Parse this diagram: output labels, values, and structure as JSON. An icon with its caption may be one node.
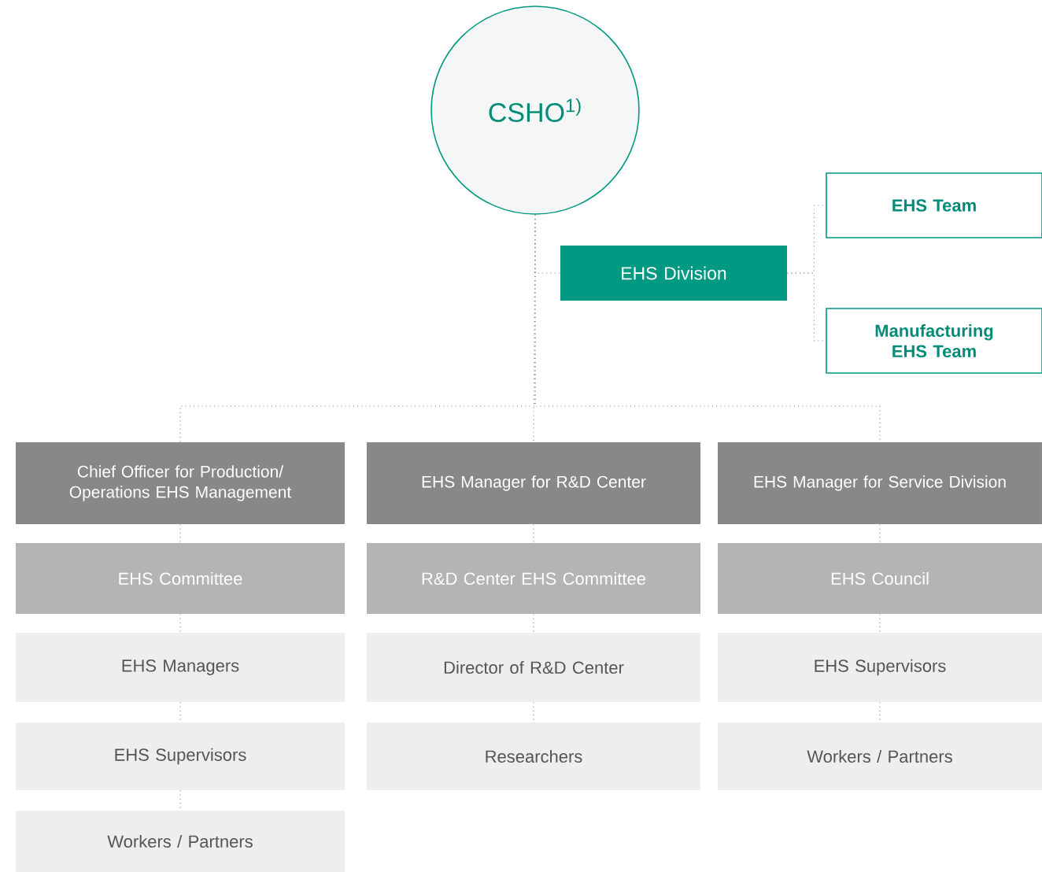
{
  "diagram": {
    "nodes": [
      {
        "text": [
          "CSHO$^{1)}$"
        ]
      },
      {
        "text": [
          "EHS Division"
        ]
      },
      {
        "text": [
          "EHS Team"
        ]
      },
      {
        "text": [
          "Manufacturing EHS Team"
        ]
      },
      {
        "text": [
          "Chief Officer for Production/ Operations EHS Management"
        ]
      },
      {
        "text": [
          "EHS Manager for R&D Center"
        ]
      },
      {
        "text": [
          "EHS Manager for Service Division"
        ]
      },
      {
        "text": [
          "EHS Committee"
        ]
      },
      {
        "text": [
          "R&D Center EHS Committee"
        ]
      },
      {
        "text": [
          "EHS Council"
        ]
      },
      {
        "text": [
          "EHS Managers"
        ]
      },
      {
        "text": [
          "Director of R&D Center"
        ]
      },
      {
        "text": [
          "EHS Supervisors"
        ]
      },
      {
        "text": [
          "EHS Supervisors"
        ]
      },
      {
        "text": [
          "Researchers"
        ]
      },
      {
        "text": [
          "Workers / Partners"
        ]
      },
      {
        "text": [
          "Workers / Partners"
        ]
      }
    ],
    "edges": [
      {
        "from": 0,
        "to": 1,
        "arrow": "none"
      },
      {
        "from": 1,
        "to": 2,
        "arrow": "none"
      },
      {
        "from": 1,
        "to": 3,
        "arrow": "none"
      },
      {
        "from": 0,
        "to": 4,
        "arrow": "none"
      },
      {
        "from": 0,
        "to": 5,
        "arrow": "none"
      },
      {
        "from": 0,
        "to": 6,
        "arrow": "none"
      },
      {
        "from": 4,
        "to": 7,
        "arrow": "none"
      },
      {
        "from": 5,
        "to": 8,
        "arrow": "none"
      },
      {
        "from": 6,
        "to": 9,
        "arrow": "none"
      },
      {
        "from": 7,
        "to": 10,
        "arrow": "none"
      },
      {
        "from": 8,
        "to": 11,
        "arrow": "none"
      },
      {
        "from": 9,
        "to": 12,
        "arrow": "none"
      },
      {
        "from": 10,
        "to": 13,
        "arrow": "none"
      },
      {
        "from": 11,
        "to": 14,
        "arrow": "none"
      },
      {
        "from": 12,
        "to": 15,
        "arrow": "none"
      },
      {
        "from": 13,
        "to": 16,
        "arrow": "none"
      }
    ]
  }
}
